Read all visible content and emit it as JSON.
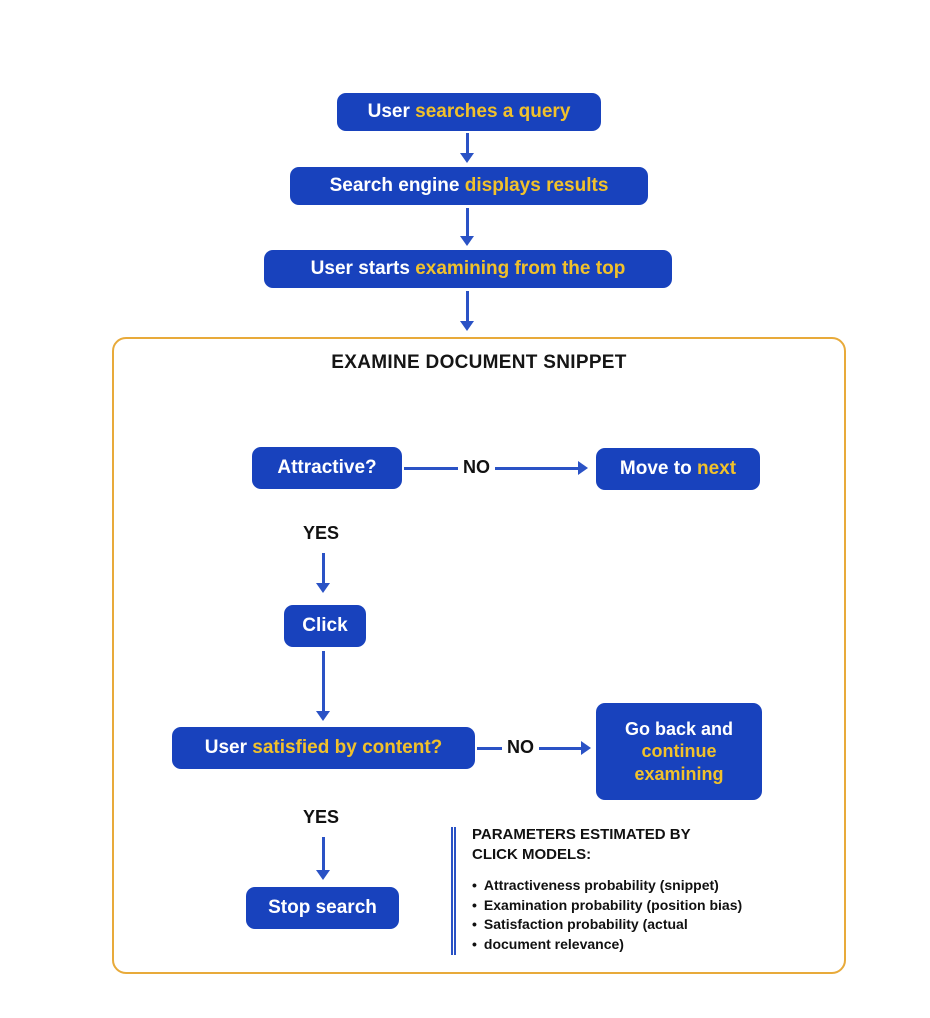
{
  "colors": {
    "blue": "#1842bd",
    "yellow": "#f1c12b",
    "arrow": "#2a52c5",
    "border": "#e8aa3a",
    "ink": "#111111"
  },
  "flow": {
    "searches": {
      "white": "User ",
      "yellow": "searches a query"
    },
    "displays": {
      "white": "Search engine ",
      "yellow": "displays results"
    },
    "examining": {
      "white": "User starts ",
      "yellow": "examining from the top"
    },
    "group_title": "EXAMINE DOCUMENT SNIPPET",
    "attractive": {
      "white": "Attractive?"
    },
    "no1": "NO",
    "move_next": {
      "white": "Move to ",
      "yellow": "next"
    },
    "yes1": "YES",
    "click": {
      "white": "Click"
    },
    "satisfied": {
      "white": "User ",
      "yellow": "satisfied by content?"
    },
    "no2": "NO",
    "go_back": {
      "white": "Go back and ",
      "yellow": "continue examining"
    },
    "yes2": "YES",
    "stop": {
      "white": "Stop search"
    }
  },
  "params": {
    "heading": "PARAMETERS ESTIMATED BY CLICK MODELS:",
    "bullets": [
      "Attractiveness probability (snippet)",
      "Examination probability (position bias)",
      "Satisfaction probability (actual",
      "document relevance)"
    ]
  }
}
